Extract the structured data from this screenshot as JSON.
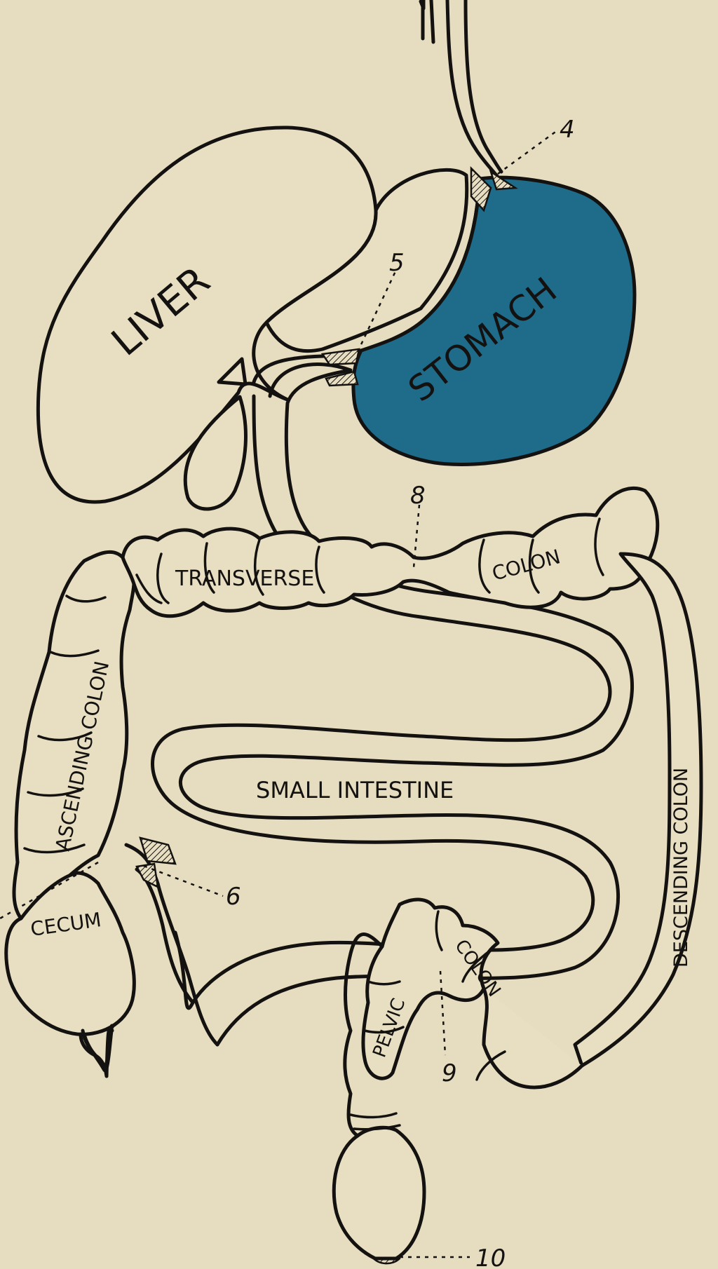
{
  "colors": {
    "paper": "#e6dcbf",
    "ink": "#141210",
    "stomach": "#1f6b8a"
  },
  "labels": {
    "liver": "LIVER",
    "stomach": "STOMACH",
    "transverse": "TRANSVERSE",
    "colon_transverse": "COLON",
    "ascending_colon": "ASCENDING COLON",
    "descending_colon": "DESCENDING COLON",
    "small_intestine": "SMALL INTESTINE",
    "cecum": "CECUM",
    "pelvic": "PELVIC",
    "colon_pelvic": "COLON"
  },
  "markers": {
    "m4": "4",
    "m5": "5",
    "m6": "6",
    "m8": "8",
    "m9": "9",
    "m10": "10"
  }
}
